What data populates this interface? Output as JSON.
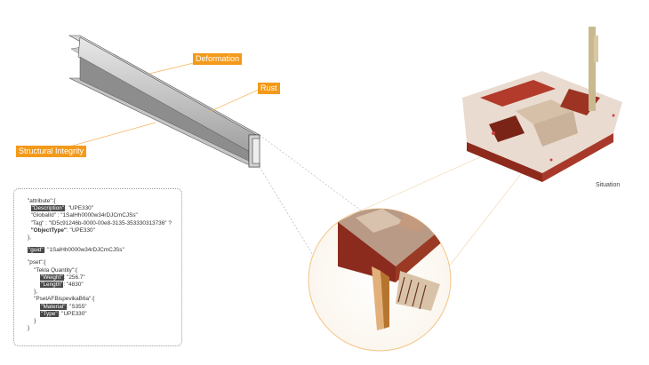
{
  "labels": {
    "deformation": "Deformation",
    "rust": "Rust",
    "structural_integrity": "Structural Integrity",
    "situation": "Situation"
  },
  "code": {
    "attr_open": "\"attribute\":{",
    "description_key": "\"Description\"",
    "description_val": ": \"UPE330\"",
    "globalid": "\"GlobalId\" : \"1SalHh0000w34rDJCmCJSs\"",
    "tag": "\"Tag\" : \"ID5c91246b-0000-00e8-3135-353330313736\" ?",
    "objecttype_key": "\"ObjectType\"",
    "objecttype_val": ": \"UPE330\"",
    "attr_close": "},",
    "guid_key": "\"guid\"",
    "guid_val": ": \"1SalHh0000w34rDJCmCJSs\"",
    "pset_open": "\"pset\":{",
    "tekla_open": "\"Tekla Quantity\":{",
    "weight_key": "\"Weight\"",
    "weight_val": ": \"256.7\"",
    "length_key": "\"Length\"",
    "length_val": ": \"4830\"",
    "tekla_close": "},",
    "psetaf_open": "\"PsetAFBispevikaB6a\":{",
    "material_key": "\"Material\"",
    "material_val": ": \"S355\"",
    "type_key": "\"Type\"",
    "type_val": ": \"UPE330\"",
    "inner_close": "}",
    "pset_close": "}"
  },
  "colors": {
    "accent": "#f39a1a",
    "beam": "#b9b9b9",
    "rust": "#a2331f"
  }
}
